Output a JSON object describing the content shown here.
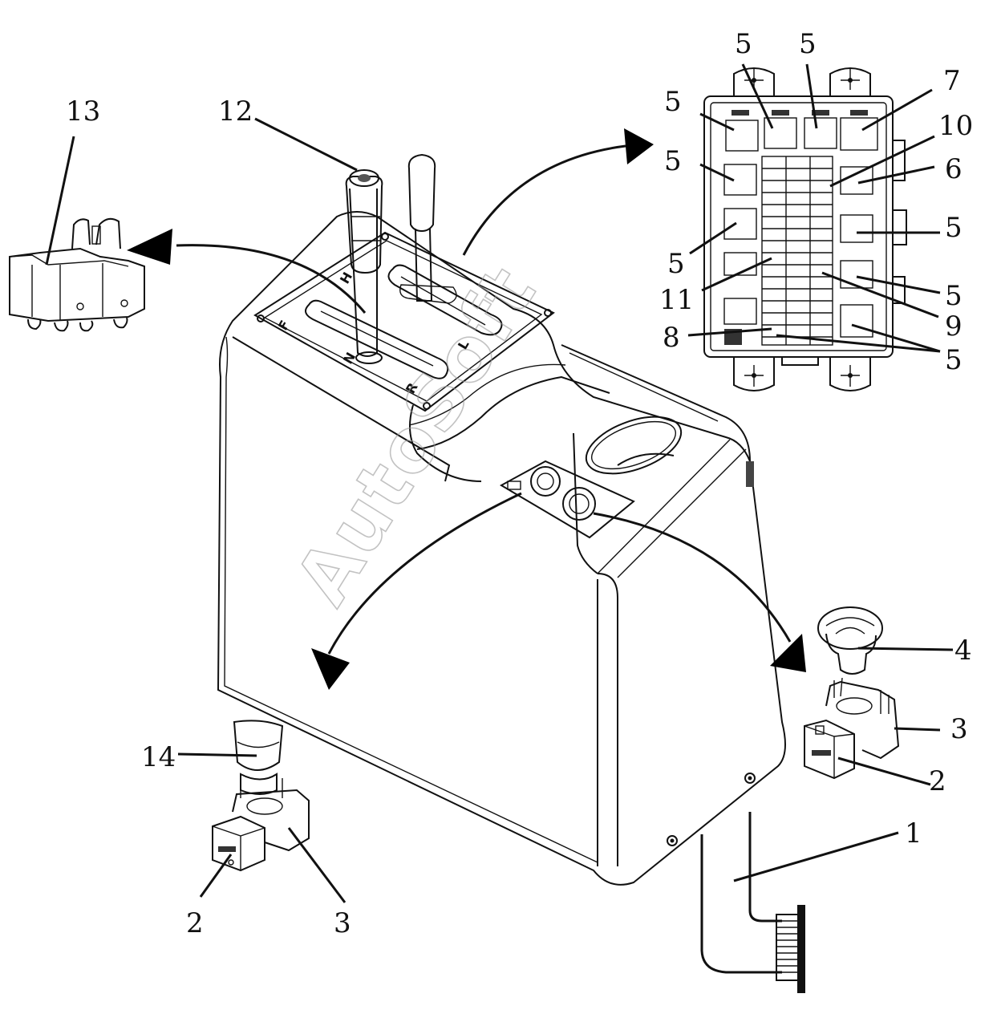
{
  "watermark": "AutoSoft",
  "gear_slot_labels": [
    "F",
    "N",
    "R",
    "L",
    "H"
  ],
  "callouts": {
    "c1": "1",
    "c2a": "2",
    "c2b": "2",
    "c3a": "3",
    "c3b": "3",
    "c4": "4",
    "c5a": "5",
    "c5b": "5",
    "c5c": "5",
    "c5d": "5",
    "c5e": "5",
    "c5f": "5",
    "c5g": "5",
    "c5h": "5",
    "c5i": "5",
    "c6": "6",
    "c7": "7",
    "c8": "8",
    "c9": "9",
    "c10": "10",
    "c11": "11",
    "c12": "12",
    "c13": "13",
    "c14": "14"
  }
}
